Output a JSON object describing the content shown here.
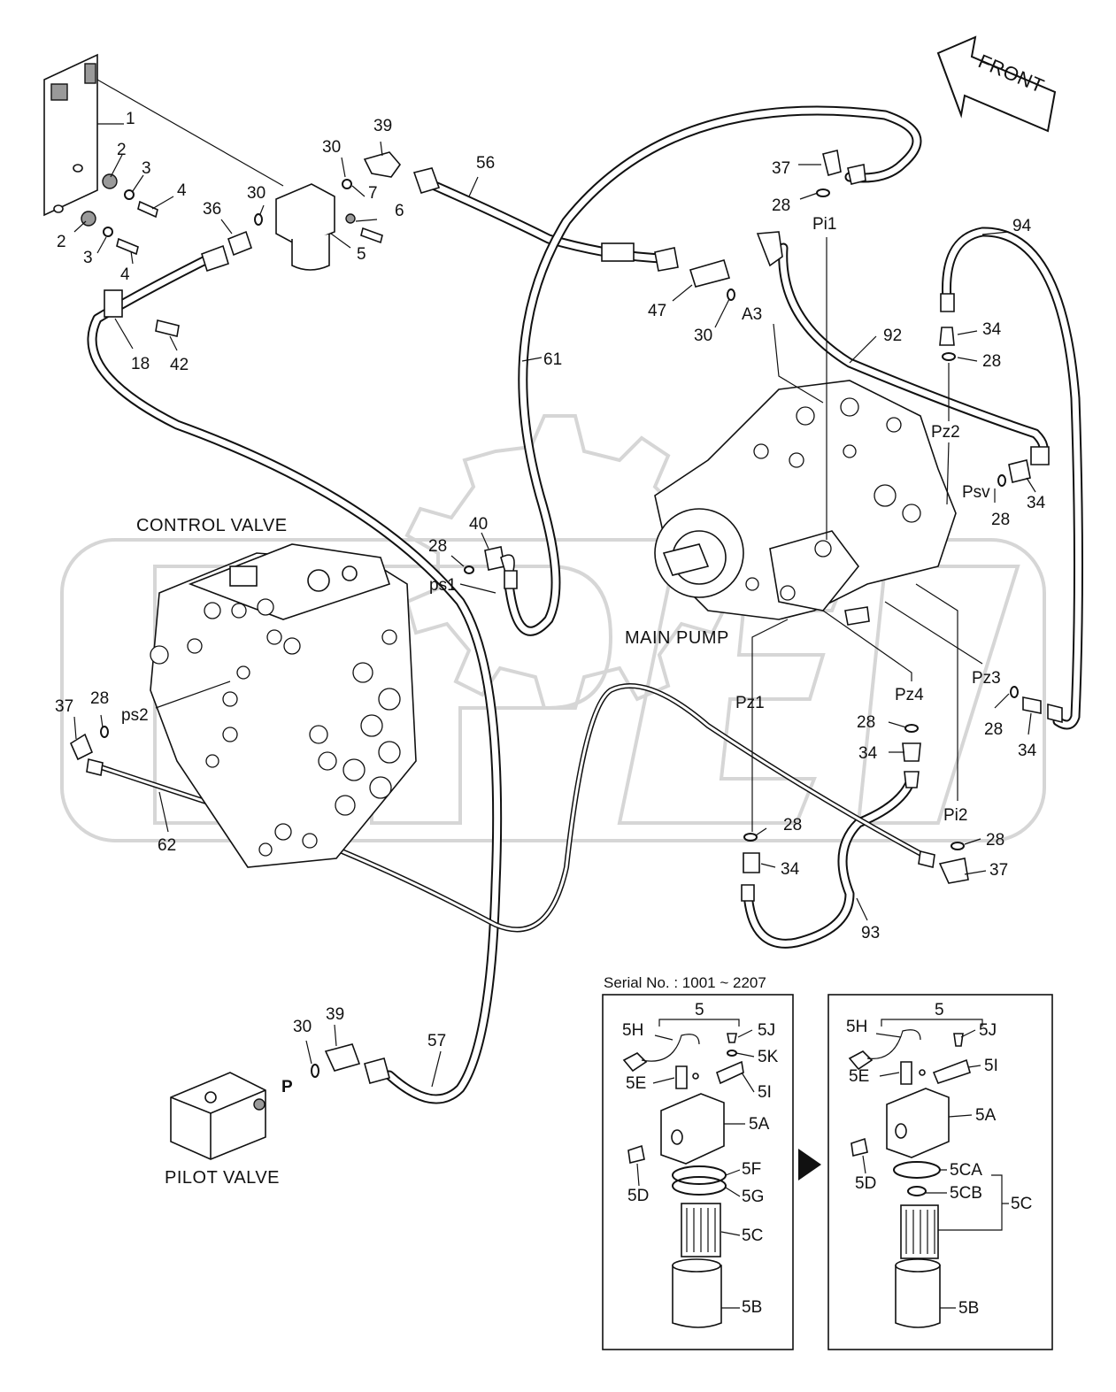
{
  "header": {
    "front_label": "FRONT"
  },
  "captions": {
    "control_valve": "CONTROL VALVE",
    "main_pump": "MAIN PUMP",
    "pilot_valve": "PILOT VALVE",
    "serial": "Serial No. : 1001 ~ 2207"
  },
  "ports": {
    "pi1": "Pi1",
    "pi2": "Pi2",
    "pz1": "Pz1",
    "pz2": "Pz2",
    "pz3": "Pz3",
    "pz4": "Pz4",
    "psv": "Psv",
    "ps1": "ps1",
    "ps2": "ps2",
    "a3": "A3",
    "p": "P"
  },
  "part_numbers": {
    "p1": "1",
    "p2a": "2",
    "p2b": "2",
    "p3a": "3",
    "p3b": "3",
    "p4a": "4",
    "p4b": "4",
    "p5": "5",
    "p6": "6",
    "p7": "7",
    "p18": "18",
    "p28_pi1": "28",
    "p28_ps1": "28",
    "p28_ps2": "28",
    "p28_pz2": "28",
    "p28_psv": "28",
    "p28_pz3": "28",
    "p28_pz4": "28",
    "p28_pz1": "28",
    "p28_pi2": "28",
    "p30a": "30",
    "p30b": "30",
    "p30c": "30",
    "p30d": "30",
    "p34_pz2": "34",
    "p34_psv": "34",
    "p34_pz3": "34",
    "p34_pz4": "34",
    "p34_pz1": "34",
    "p36": "36",
    "p37_pi1": "37",
    "p37_ps2": "37",
    "p37_pi2": "37",
    "p39a": "39",
    "p39b": "39",
    "p40": "40",
    "p42": "42",
    "p47": "47",
    "p56": "56",
    "p57": "57",
    "p61": "61",
    "p62": "62",
    "p92": "92",
    "p93": "93",
    "p94": "94"
  },
  "detail_old": {
    "title": "5",
    "labels": [
      "5H",
      "5J",
      "5K",
      "5E",
      "5I",
      "5A",
      "5D",
      "5F",
      "5G",
      "5C",
      "5B"
    ]
  },
  "detail_new": {
    "title": "5",
    "labels": [
      "5H",
      "5J",
      "5E",
      "5I",
      "5A",
      "5D",
      "5CA",
      "5CB",
      "5C",
      "5B"
    ]
  },
  "icons": {
    "front_arrow": "arrow-icon",
    "change_marker": "triangle-right-icon"
  }
}
